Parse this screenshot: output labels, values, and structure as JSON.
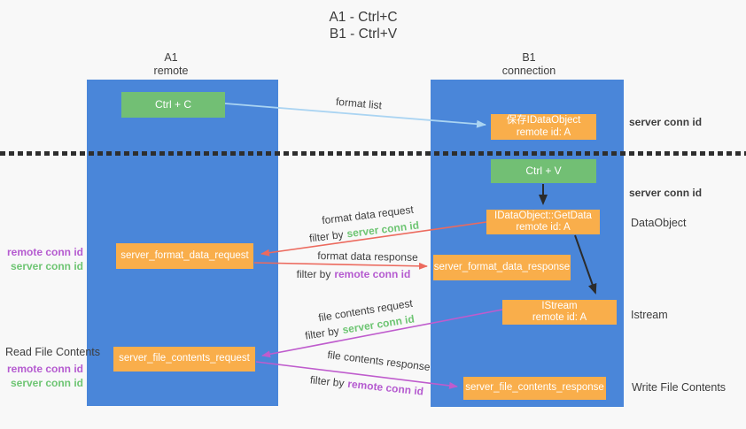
{
  "title": {
    "line1": "A1 - Ctrl+C",
    "line2": "B1 - Ctrl+V"
  },
  "columns": {
    "left": {
      "name": "A1",
      "subtitle": "remote"
    },
    "right": {
      "name": "B1",
      "subtitle": "connection"
    }
  },
  "nodes": {
    "ctrl_c": "Ctrl + C",
    "ctrl_v": "Ctrl + V",
    "save_dataobject": {
      "line1": "保存IDataObject",
      "line2": "remote id: A"
    },
    "getdata": {
      "line1": "IDataObject::GetData",
      "line2": "remote id: A"
    },
    "istream": {
      "line1": "IStream",
      "line2": "remote id: A"
    },
    "format_request": "server_format_data_request",
    "format_response": "server_format_data_response",
    "file_request": "server_file_contents_request",
    "file_response": "server_file_contents_response"
  },
  "arrow_labels": {
    "format_list": "format list",
    "format_data_request": "format data request",
    "format_data_response": "format data response",
    "file_contents_request": "file contents request",
    "file_contents_response": "file contents response",
    "filter_by": "filter by",
    "server_conn_id": "server conn id",
    "remote_conn_id": "remote conn id"
  },
  "side_labels": {
    "right_top_conn": "server conn id",
    "right_mid_conn": "server conn id",
    "dataobject": "DataObject",
    "istream": "Istream",
    "write_file": "Write File Contents",
    "read_file": "Read File Contents",
    "format_remote_conn": "remote conn id",
    "format_server_conn": "server conn id",
    "file_remote_conn": "remote conn id",
    "file_server_conn": "server conn id"
  },
  "colors": {
    "lifeline_blue": "#4a86d9",
    "node_green": "#72bf74",
    "node_orange": "#f9ae4b",
    "arrow_light_blue": "#aad4f2",
    "arrow_red": "#ec6a5e",
    "arrow_magenta": "#bf5ccd",
    "arrow_black": "#2b2b2b",
    "label_green": "#6ec573",
    "label_purple": "#b55bd0"
  }
}
